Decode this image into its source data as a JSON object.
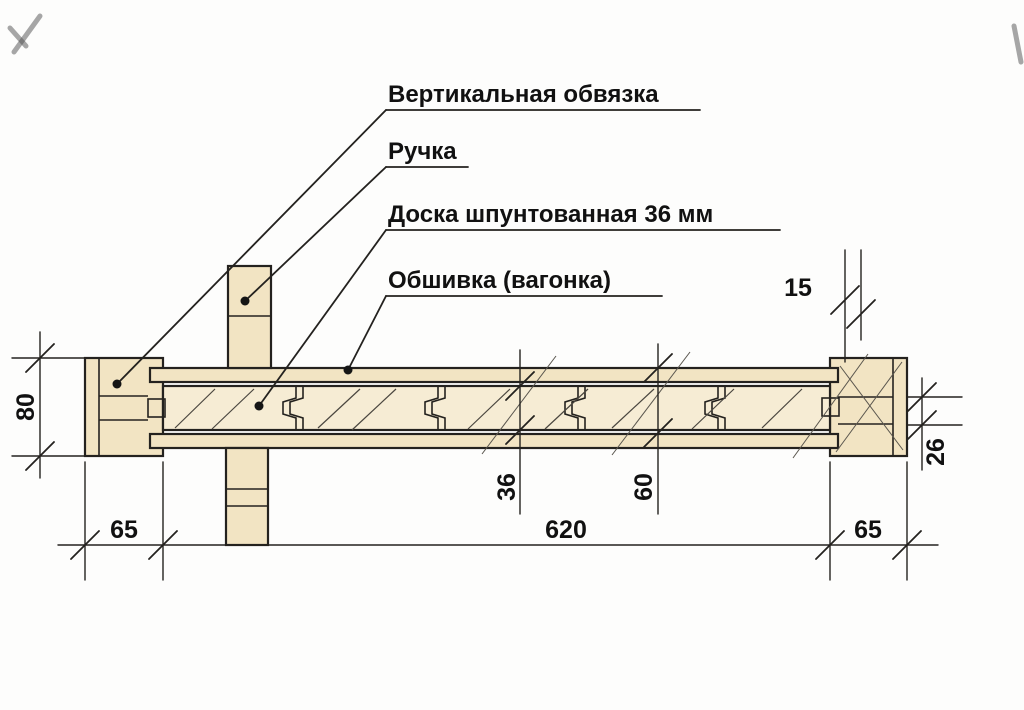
{
  "diagram": {
    "callouts": [
      {
        "label": "Вертикальная обвязка"
      },
      {
        "label": "Ручка"
      },
      {
        "label": "Доска шпунтованная 36 мм"
      },
      {
        "label": "Обшивка (вагонка)"
      }
    ],
    "dims": {
      "height_80": "80",
      "offset_15": "15",
      "edge_26": "26",
      "board_36": "36",
      "board_60": "60",
      "left_65": "65",
      "span_620": "620",
      "right_65": "65"
    },
    "colors": {
      "wood": "#f2e4c3",
      "wood_light": "#f6ecd4",
      "line": "#24221f",
      "background": "#fdfdfc"
    }
  }
}
